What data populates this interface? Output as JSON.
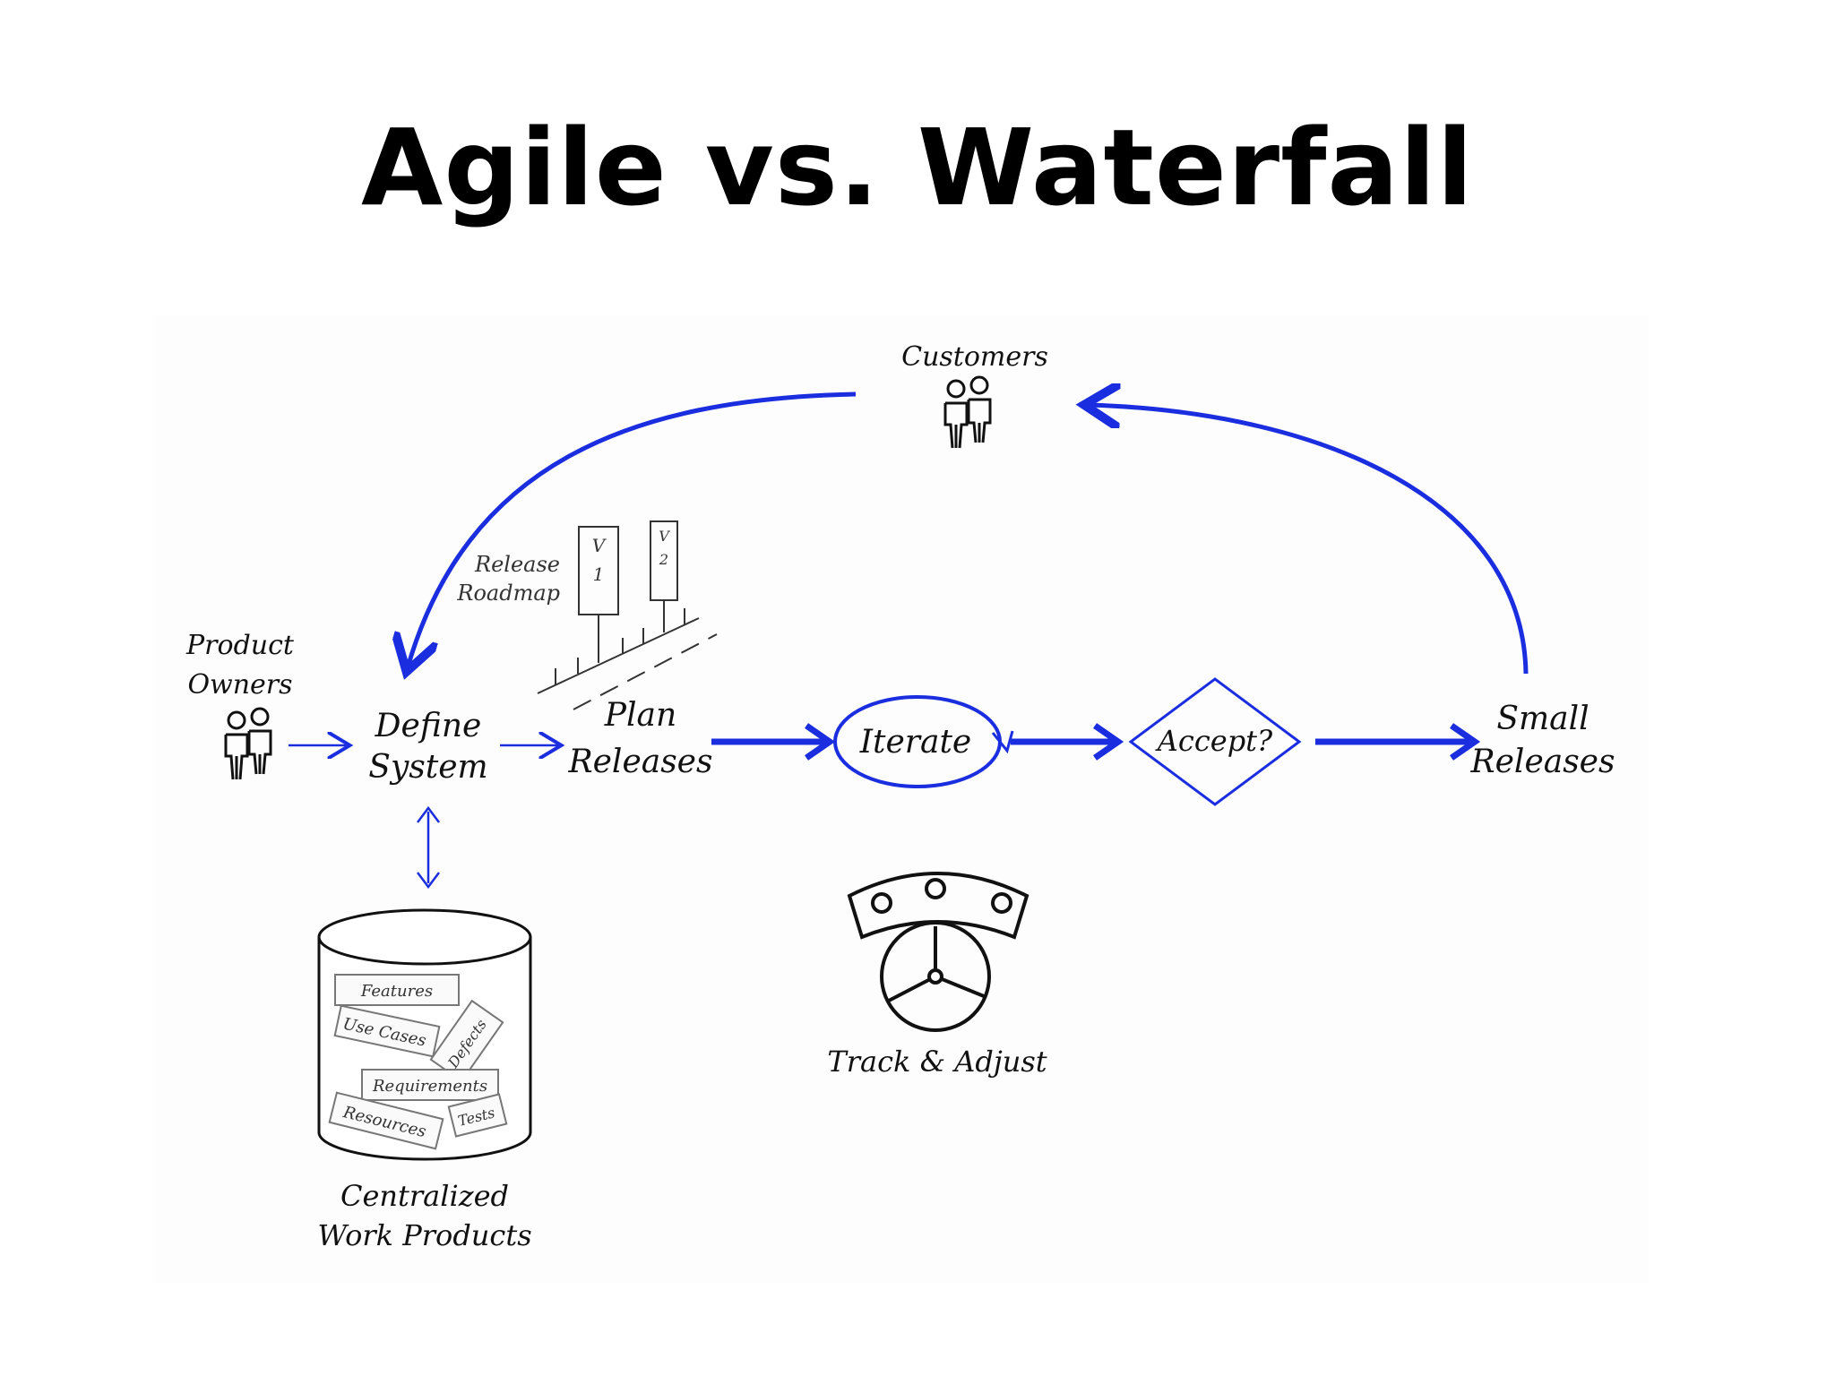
{
  "title": "Agile vs. Waterfall",
  "colors": {
    "flow": "#1a2ee0",
    "ink": "#111111",
    "doc": "#555555"
  },
  "nodes": {
    "customers": "Customers",
    "product_owners": [
      "Product",
      "Owners"
    ],
    "define_system": [
      "Define",
      "System"
    ],
    "plan_releases": [
      "Plan",
      "Releases"
    ],
    "iterate": "Iterate",
    "accept": "Accept?",
    "small_releases": [
      "Small",
      "Releases"
    ],
    "release_roadmap": [
      "Release",
      "Roadmap"
    ],
    "track_adjust": "Track & Adjust",
    "centralized": [
      "Centralized",
      "Work Products"
    ]
  },
  "roadmap_markers": [
    {
      "v": "V",
      "n": "1"
    },
    {
      "v": "V",
      "n": "2"
    }
  ],
  "work_products": [
    "Features",
    "Use Cases",
    "Defects",
    "Requirements",
    "Resources",
    "Tests"
  ],
  "icons": [
    "people-icon",
    "gauge-icon",
    "database-icon",
    "roadmap-icon"
  ]
}
